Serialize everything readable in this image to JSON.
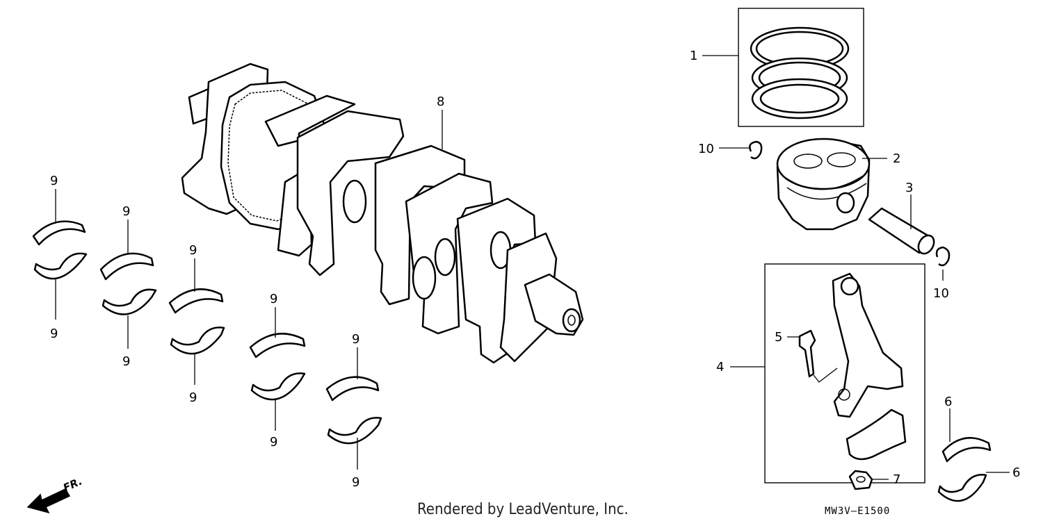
{
  "callouts": {
    "piston_rings": "1",
    "piston": "2",
    "piston_pin": "3",
    "connecting_rod_assy": "4",
    "rod_bolt": "5",
    "rod_bearing_upper": "6",
    "rod_bearing_lower": "6",
    "rod_nut": "7",
    "crankshaft": "8",
    "clip_left": "10",
    "clip_right": "10",
    "main_bearings": [
      "9",
      "9",
      "9",
      "9",
      "9",
      "9",
      "9",
      "9",
      "9",
      "9"
    ]
  },
  "direction_label": "FR.",
  "diagram_code": "MW3V—E1500",
  "credit": "Rendered by LeadVenture, Inc.",
  "icons": {
    "direction_arrow": "front-direction-arrow-icon"
  }
}
